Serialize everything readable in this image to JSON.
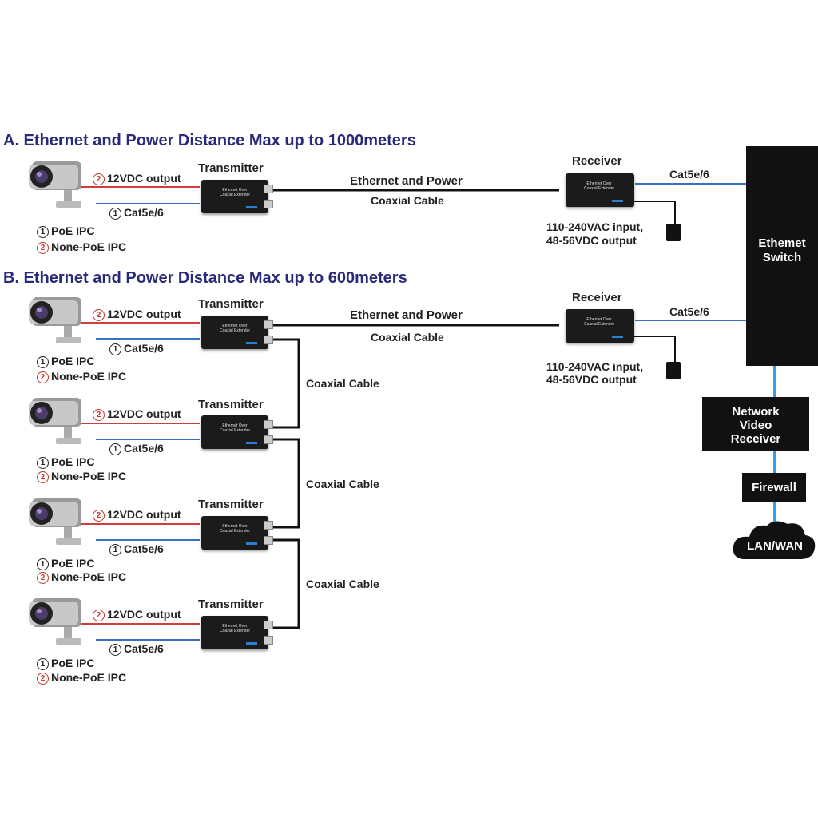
{
  "section_a": {
    "title": "A.  Ethernet and Power Distance Max up to 1000meters",
    "transmitter": "Transmitter",
    "receiver": "Receiver",
    "link_top": "Ethernet and Power",
    "link_bottom": "Coaxial Cable",
    "power_1": "110-240VAC input,",
    "power_2": "48-56VDC output",
    "cat": "Cat5e/6"
  },
  "section_b": {
    "title": "B. Ethernet and Power Distance Max up to 600meters",
    "transmitter": "Transmitter",
    "receiver": "Receiver",
    "link_top": "Ethernet and Power",
    "link_bottom": "Coaxial Cable",
    "power_1": "110-240VAC input,",
    "power_2": "48-56VDC output",
    "cat": "Cat5e/6",
    "coax_label": "Coaxial Cable"
  },
  "camera": {
    "out_num": "2",
    "out_label": "12VDC output",
    "cat_num": "1",
    "cat_label": "Cat5e/6",
    "poe_num": "1",
    "poe_label": "PoE IPC",
    "nonpoe_num": "2",
    "nonpoe_label": "None-PoE IPC"
  },
  "device_plate": "Ethernet Over Coaxial Extender",
  "switch_label_1": "Ethemet",
  "switch_label_2": "Switch",
  "nvr_label_1": "Network",
  "nvr_label_2": "Video",
  "nvr_label_3": "Receiver",
  "firewall_label": "Firewall",
  "cloud_label": "LAN/WAN",
  "colors": {
    "title": "#2a2a7a",
    "power_line": "#d23c3c",
    "cat_line": "#3a6fc4",
    "network_line": "#2ea3e0"
  }
}
